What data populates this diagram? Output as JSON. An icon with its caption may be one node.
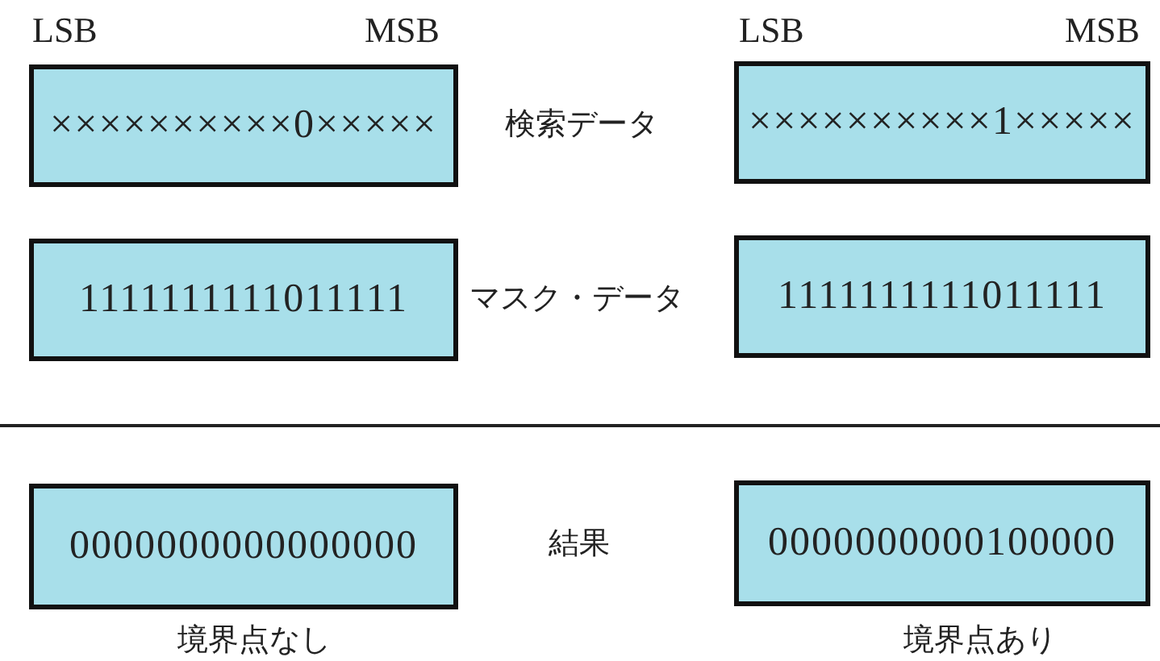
{
  "diagram": {
    "nodes": [
      {
        "text": [
          "××××××××××0×××××"
        ]
      },
      {
        "text": [
          "××××××××××1×××××"
        ]
      },
      {
        "text": [
          "1111111111011111"
        ]
      },
      {
        "text": [
          "1111111111011111"
        ]
      },
      {
        "text": [
          "0000000000000000"
        ],
        "beside": [
          "境界点なし"
        ]
      },
      {
        "text": [
          "0000000000100000"
        ],
        "beside": [
          "境界点あり"
        ]
      }
    ],
    "labels": [
      "LSB",
      "MSB",
      "LSB",
      "MSB",
      "検索データ",
      "マスク・データ",
      "結果"
    ]
  }
}
